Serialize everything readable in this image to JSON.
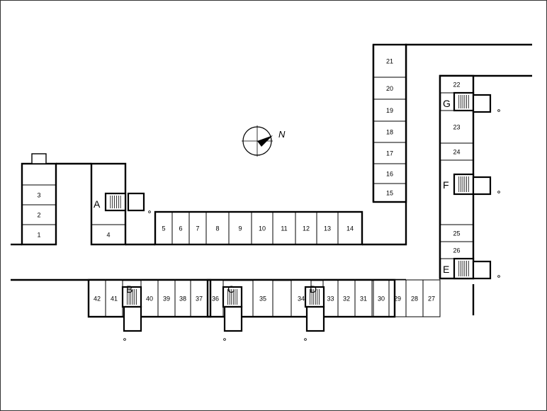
{
  "units": [
    "1",
    "2",
    "3",
    "4",
    "5",
    "6",
    "7",
    "8",
    "9",
    "10",
    "11",
    "12",
    "13",
    "14",
    "15",
    "16",
    "17",
    "18",
    "19",
    "20",
    "21",
    "22",
    "23",
    "24",
    "25",
    "26",
    "27",
    "28",
    "29",
    "30",
    "31",
    "32",
    "33",
    "34",
    "35",
    "36",
    "37",
    "38",
    "39",
    "40",
    "41",
    "42"
  ],
  "stairs": [
    "A",
    "B",
    "C",
    "D",
    "E",
    "F",
    "G"
  ],
  "compass": {
    "north_label": "N",
    "icon": "compass-icon"
  },
  "colors": {
    "line": "#000000",
    "background": "#ffffff"
  }
}
